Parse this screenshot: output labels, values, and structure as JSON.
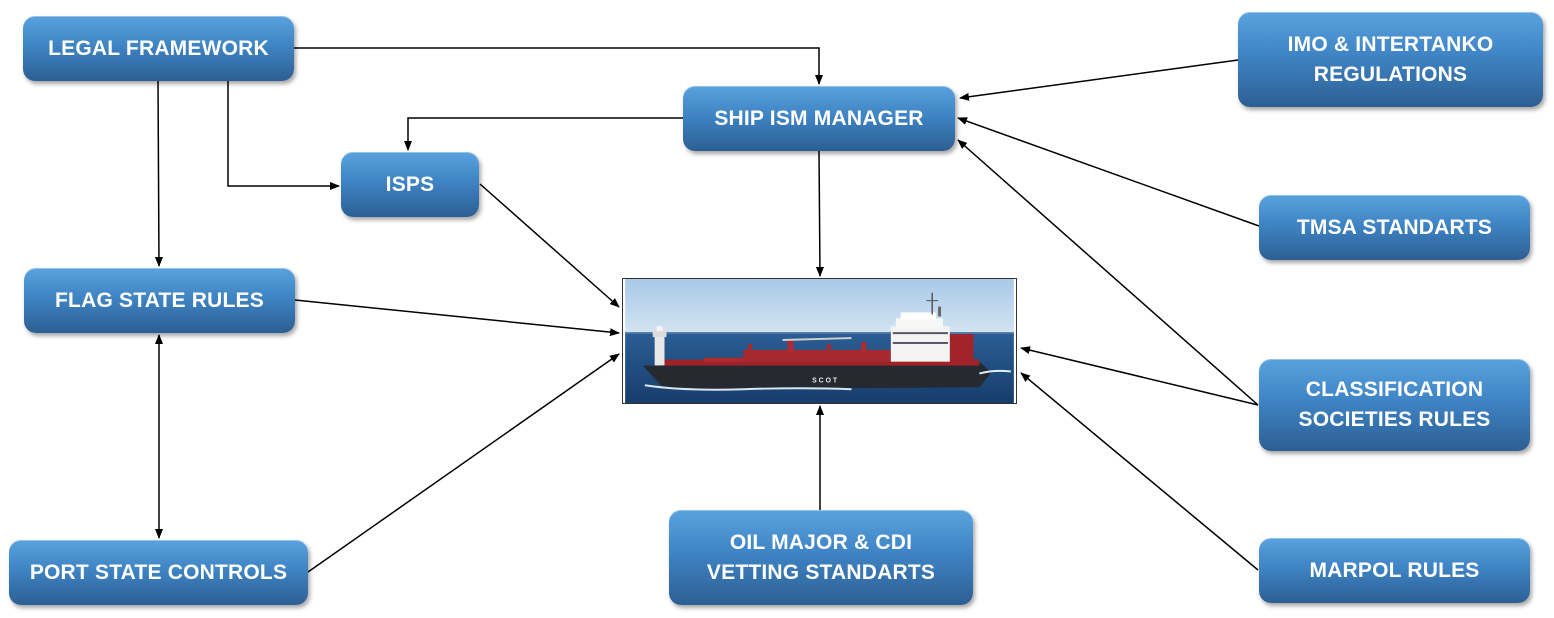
{
  "nodes": {
    "legal_framework": "LEGAL FRAMEWORK",
    "ship_ism_manager": "SHIP ISM MANAGER",
    "imo_line1": "IMO & INTERTANKO",
    "imo_line2": "REGULATIONS",
    "isps": "ISPS",
    "tmsa": "TMSA STANDARTS",
    "flag_state": "FLAG STATE RULES",
    "class_line1": "CLASSIFICATION",
    "class_line2": "SOCIETIES RULES",
    "oil_line1": "OIL MAJOR & CDI",
    "oil_line2": "VETTING STANDARTS",
    "port_state": "PORT STATE CONTROLS",
    "marpol": "MARPOL RULES"
  },
  "ship_image": {
    "hull_name": "SCOT",
    "colors": {
      "sky": "#bcd6ee",
      "sea": "#1f4f86",
      "hull": "#2a2d33",
      "deck": "#a3232a",
      "superstructure": "#f2f2f2"
    }
  },
  "colors": {
    "node_top": "#5aa2df",
    "node_bottom": "#2c5f93",
    "arrow": "#000000"
  }
}
